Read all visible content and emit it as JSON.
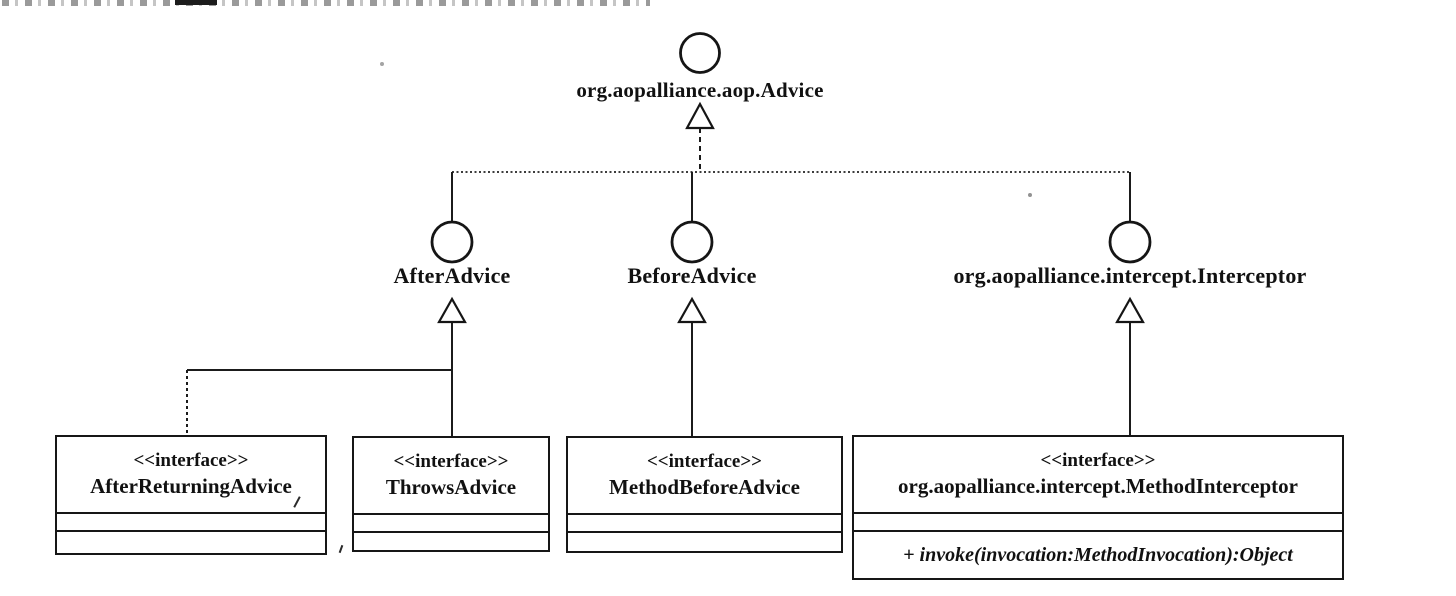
{
  "uml": {
    "root": {
      "name": "org.aopalliance.aop.Advice"
    },
    "level2": [
      {
        "name": "AfterAdvice"
      },
      {
        "name": "BeforeAdvice"
      },
      {
        "name": "org.aopalliance.intercept.Interceptor"
      }
    ],
    "classes": [
      {
        "stereotype": "<<interface>>",
        "name": "AfterReturningAdvice",
        "method": ""
      },
      {
        "stereotype": "<<interface>>",
        "name": "ThrowsAdvice",
        "method": ""
      },
      {
        "stereotype": "<<interface>>",
        "name": "MethodBeforeAdvice",
        "method": ""
      },
      {
        "stereotype": "<<interface>>",
        "name": "org.aopalliance.intercept.MethodInterceptor",
        "method": "+ invoke(invocation:MethodInvocation):Object"
      }
    ],
    "colors": {
      "line": "#1b1b1b",
      "background": "#ffffff",
      "text": "#111111"
    }
  }
}
